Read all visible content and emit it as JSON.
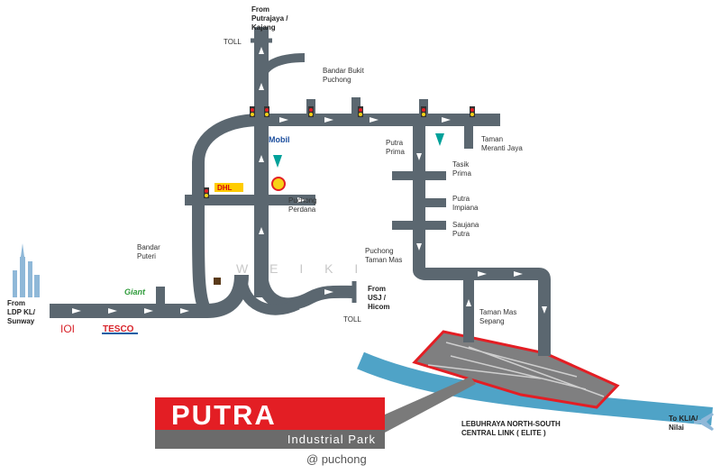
{
  "map": {
    "labels": {
      "from_putrajaya": "From\nPutrajaya /\nKajang",
      "toll_top": "TOLL",
      "bandar_bukit_puchong": "Bandar Bukit\nPuchong",
      "mobil": "Mobil",
      "putra_prima": "Putra\nPrima",
      "taman_meranti_jaya": "Taman\nMeranti Jaya",
      "tasik_prima": "Tasik\nPrima",
      "putra_impiana": "Putra\nImpiana",
      "saujana_putra": "Saujana\nPutra",
      "puchong_perdana": "Puchong\nPerdana",
      "bandar_puteri": "Bandar\nPuteri",
      "puchong_taman_mas": "Puchong\nTaman Mas",
      "from_usj": "From\nUSJ /\nHicom",
      "toll_bottom": "TOLL",
      "taman_mas_sepang": "Taman Mas\nSepang",
      "from_ldp": "From\nLDP KL/\nSunway",
      "tesco": "TESCO",
      "ioi": "IOI",
      "giant": "Giant",
      "elite": "LEBUHRAYA NORTH-SOUTH\nCENTRAL LINK ( ELITE )",
      "to_klia": "To KLIA/\nNilai",
      "dhl": "DHL",
      "watermark": "W E I   K I"
    },
    "brand": {
      "name": "PUTRA",
      "subtitle": "Industrial Park",
      "location": "@ puchong"
    },
    "colors": {
      "road": "#5b6770",
      "arrow": "#ffffff",
      "river": "#4fa3c7",
      "site_outline": "#e31e24",
      "brand_red": "#e31e24",
      "brand_grey": "#6b6b6b",
      "petronas": "#00a19a",
      "shell": "#f7d117",
      "dhl": "#ffcc00",
      "skyline": "#8fb8d8"
    },
    "icons": [
      "traffic-light-icon",
      "petronas-logo-icon",
      "shell-logo-icon",
      "dhl-logo-icon",
      "airplane-icon",
      "skyline-icon",
      "tesco-logo-icon",
      "giant-logo-icon",
      "ioi-logo-icon"
    ]
  }
}
